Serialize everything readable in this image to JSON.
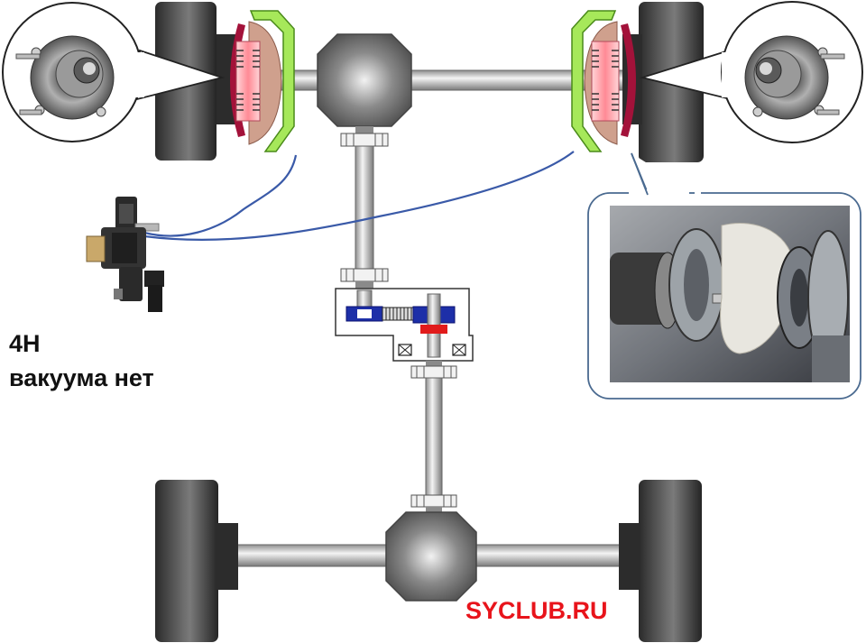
{
  "labels": {
    "mode": "4H",
    "vacuum_status": "вакуума нет"
  },
  "watermark": {
    "text": "SYCLUB.RU"
  },
  "colors": {
    "wheel_dark": "#3a3a3a",
    "shaft_gray": "#b8b8b8",
    "hub_red": "#a3123a",
    "hub_pink": "#f6a3a8",
    "actuator_green": "#8ee43a",
    "vacuum_line_blue": "#3a5aa8",
    "gear_blue": "#1d2fa8",
    "gear_red": "#e11b1b",
    "watermark_red": "#e8141b",
    "callout_border": "#4a6a90"
  },
  "icons": {
    "front_left_hub": "wheel-hub-bearing-icon",
    "front_right_hub": "wheel-hub-bearing-icon",
    "vacuum_solenoid": "vacuum-solenoid-valve-icon",
    "hub_photo": "disconnected-hub-photo-icon"
  }
}
